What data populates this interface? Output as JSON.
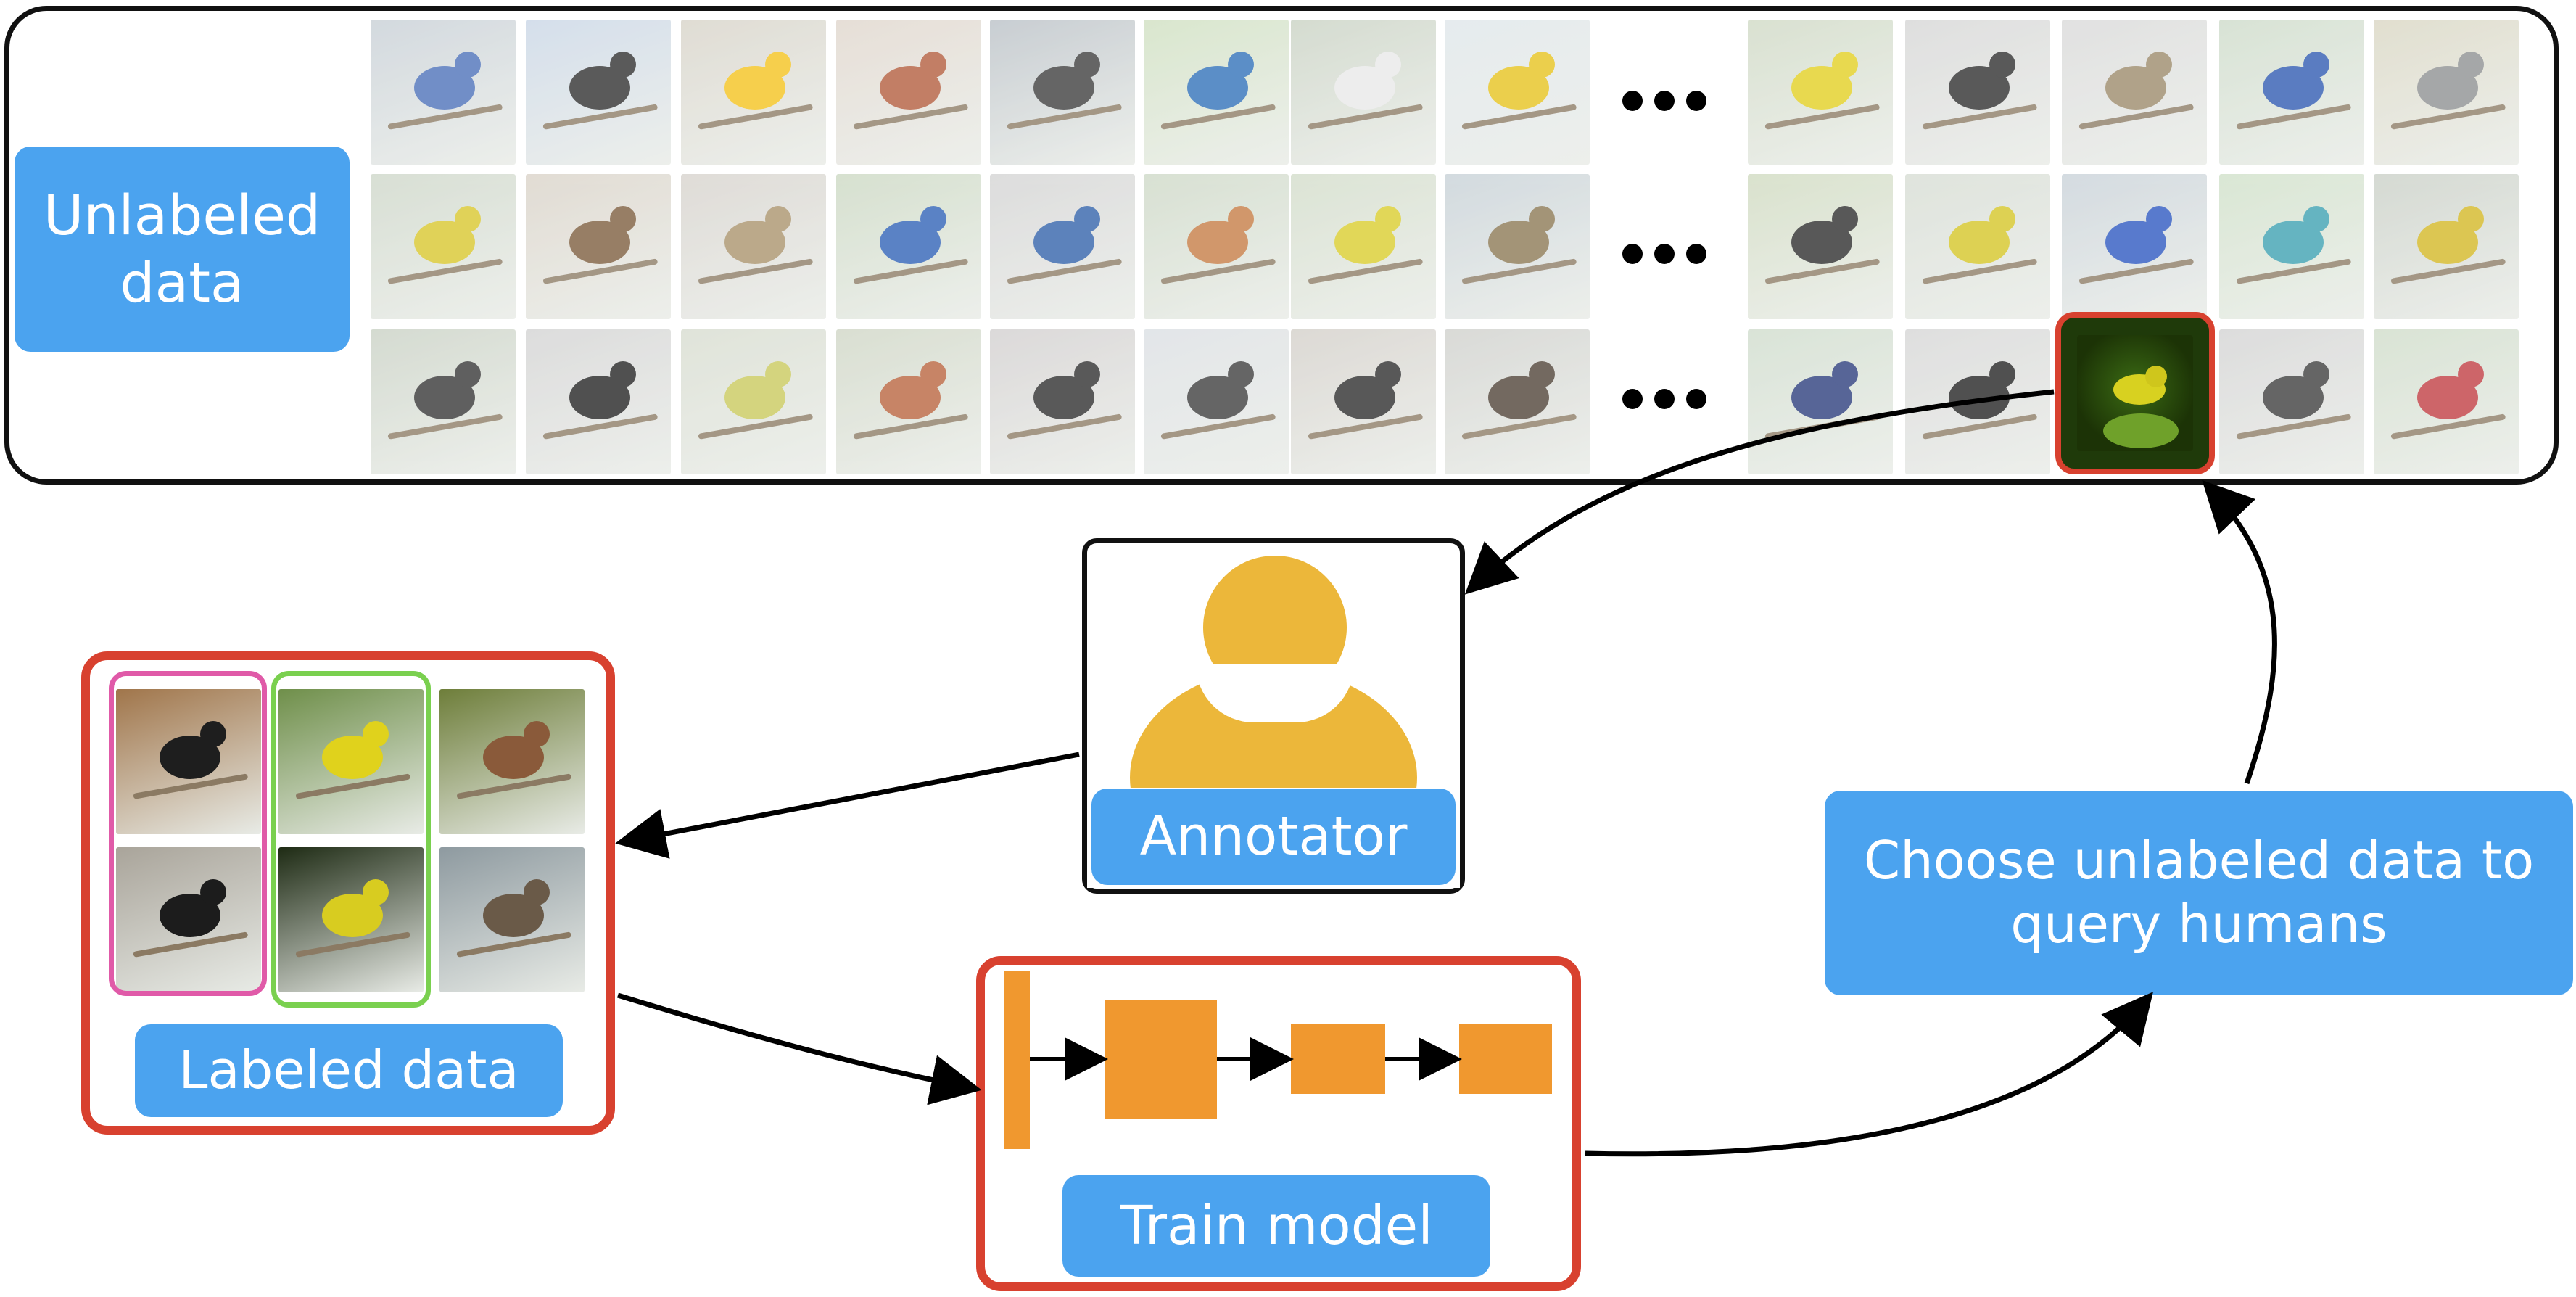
{
  "labels": {
    "unlabeled_data": "Unlabeled\ndata",
    "annotator": "Annotator",
    "labeled_data": "Labeled data",
    "train_model": "Train model",
    "choose_query": "Choose unlabeled data to\nquery humans",
    "ellipsis": "•••"
  },
  "icons": {
    "annotator": "person-icon",
    "model": "neural-network-icon"
  },
  "colors": {
    "accent_blue": "#4ba3ef",
    "highlight_red": "#d8412f",
    "annotator_gold": "#ecb73a",
    "model_orange": "#f0982f",
    "group_pink": "#e05aa8",
    "group_green": "#7ad04f"
  }
}
